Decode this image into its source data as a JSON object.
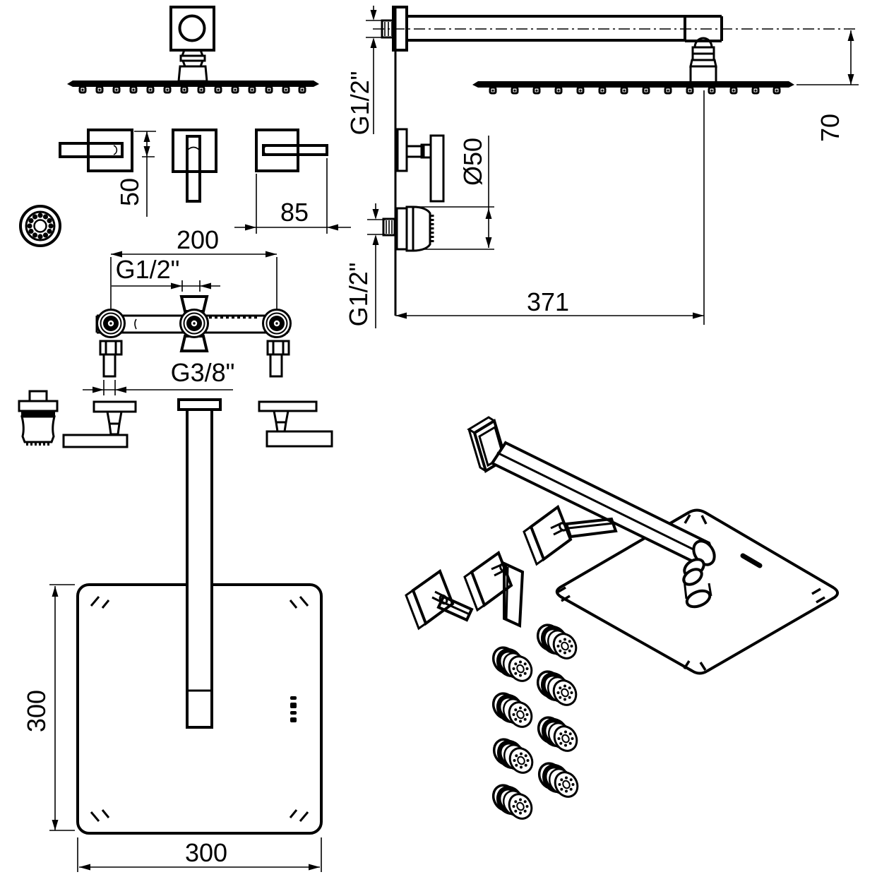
{
  "drawing": {
    "type": "shower-set installation drawing",
    "colors": {
      "line": "#000000",
      "background": "#ffffff"
    },
    "dimensions": {
      "arm_wall_thread": "G1/2\"",
      "head_drop": "70",
      "body_jet_diameter": "Ø50",
      "body_jet_thread": "G1/2\"",
      "arm_length": "371",
      "handle_depth": "50",
      "handle_width": "85",
      "valve_span": "200",
      "valve_thread": "G1/2\"",
      "supply_thread": "G3/8\"",
      "head_width": "300",
      "head_length": "300"
    }
  }
}
